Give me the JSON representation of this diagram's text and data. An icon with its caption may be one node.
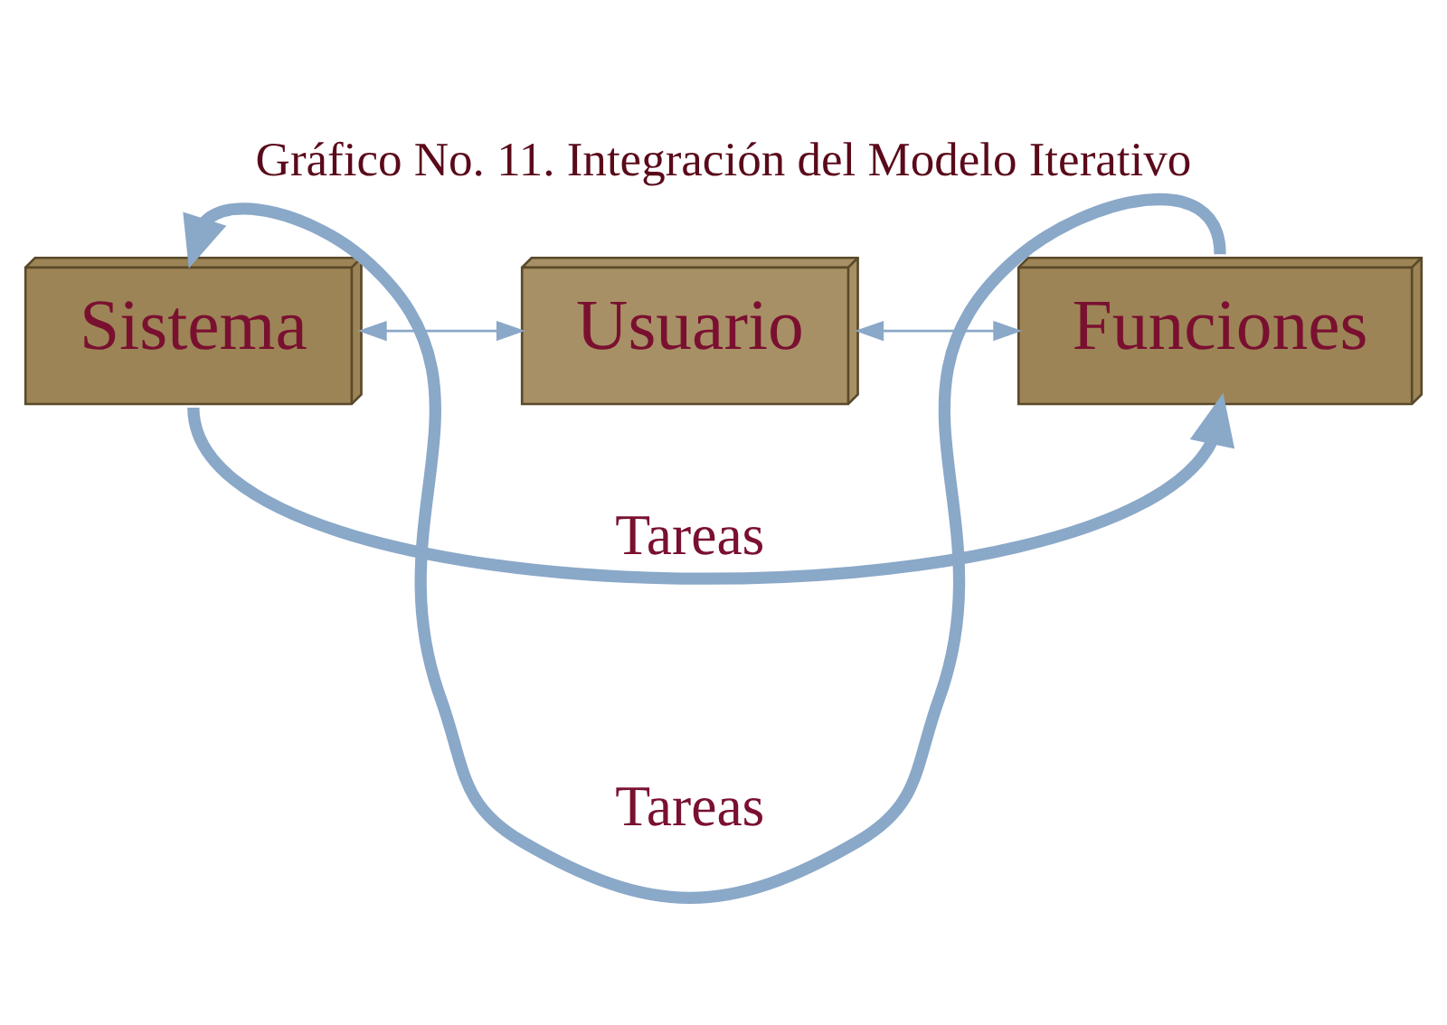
{
  "diagram": {
    "title": "Gráfico No. 11. Integración del Modelo Iterativo",
    "nodes": [
      {
        "text": [
          "Sistema"
        ]
      },
      {
        "text": [
          "Usuario"
        ]
      },
      {
        "text": [
          "Funciones"
        ]
      }
    ],
    "edges": [
      {
        "from": 0,
        "to": 1,
        "arrow": "both"
      },
      {
        "from": 1,
        "to": 2,
        "arrow": "both"
      },
      {
        "from": 2,
        "to": 0,
        "arrow": "to",
        "label": "Tareas",
        "style": "thick"
      },
      {
        "from": 0,
        "to": 2,
        "arrow": "to",
        "label": "Tareas",
        "style": "thick"
      }
    ]
  }
}
